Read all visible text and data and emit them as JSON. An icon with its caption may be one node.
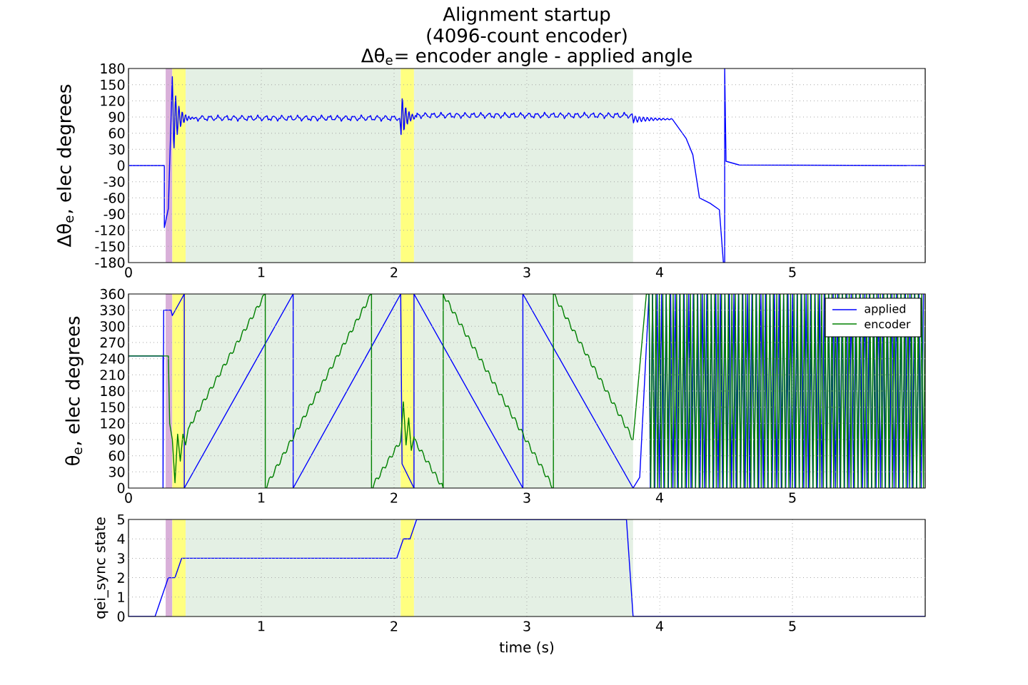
{
  "diagram": {
    "title": "Alignment startup (4096-count encoder)",
    "labels": [
      "Δθ$_{e}$= encoder angle - applied angle",
      "Δθ$_{e}$, elec degrees",
      "180",
      "150",
      "120",
      "90",
      "60",
      "30",
      "0",
      "-30",
      "-60",
      "-90",
      "-120",
      "-150",
      "-180",
      "0",
      "1",
      "2",
      "3",
      "4",
      "5",
      "θ$_{e}$, elec degrees",
      "360",
      "330",
      "300",
      "270",
      "240",
      "210",
      "180",
      "150",
      "120",
      "90",
      "60",
      "30",
      "0",
      "0",
      "1",
      "2",
      "3",
      "4",
      "5",
      "qei_sync state",
      "5",
      "4",
      "3",
      "2",
      "1",
      "0",
      "1",
      "2",
      "3",
      "4",
      "5",
      "time (s)"
    ],
    "legend": [
      {
        "text": "applied"
      },
      {
        "text": "encoder"
      }
    ]
  }
}
